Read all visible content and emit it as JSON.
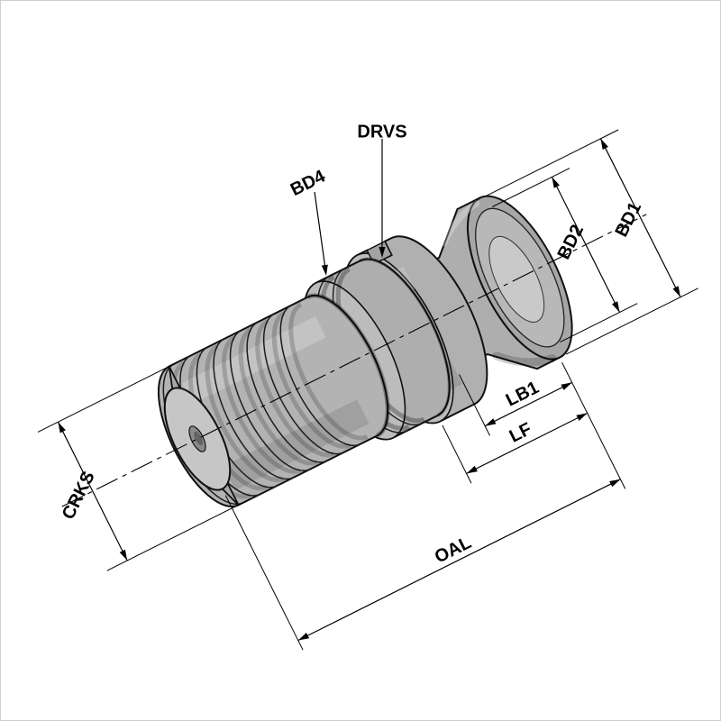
{
  "drawing": {
    "background": "#ffffff",
    "line_color": "#000000",
    "body_color": "#b3b3b3",
    "labels": {
      "drvs": "DRVS",
      "bd4": "BD4",
      "bd2": "BD2",
      "bd1": "BD1",
      "crks": "CRKS",
      "lb1": "LB1",
      "lf": "LF",
      "oal": "OAL"
    }
  }
}
